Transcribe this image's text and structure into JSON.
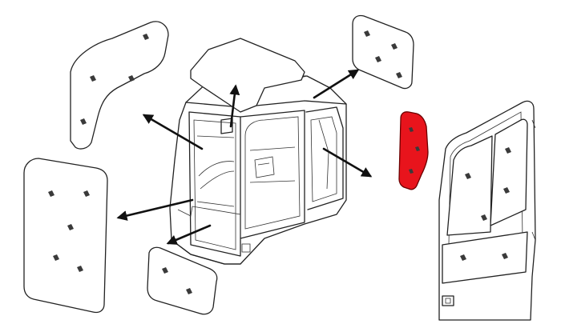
{
  "diagram": {
    "subject": "excavator-cab-glass-exploded-view",
    "highlight_color": "#e8141c",
    "line_color": "#222222",
    "arrow_color": "#111111",
    "highlighted_part": "right-rear-small-window",
    "parts": [
      {
        "id": "roof-window",
        "highlighted": false
      },
      {
        "id": "left-upper-window",
        "highlighted": false
      },
      {
        "id": "left-lower-window",
        "highlighted": false
      },
      {
        "id": "front-lower-window",
        "highlighted": false
      },
      {
        "id": "rear-upper-window",
        "highlighted": false
      },
      {
        "id": "right-rear-small-window",
        "highlighted": true
      },
      {
        "id": "cab-door",
        "highlighted": false
      }
    ]
  }
}
